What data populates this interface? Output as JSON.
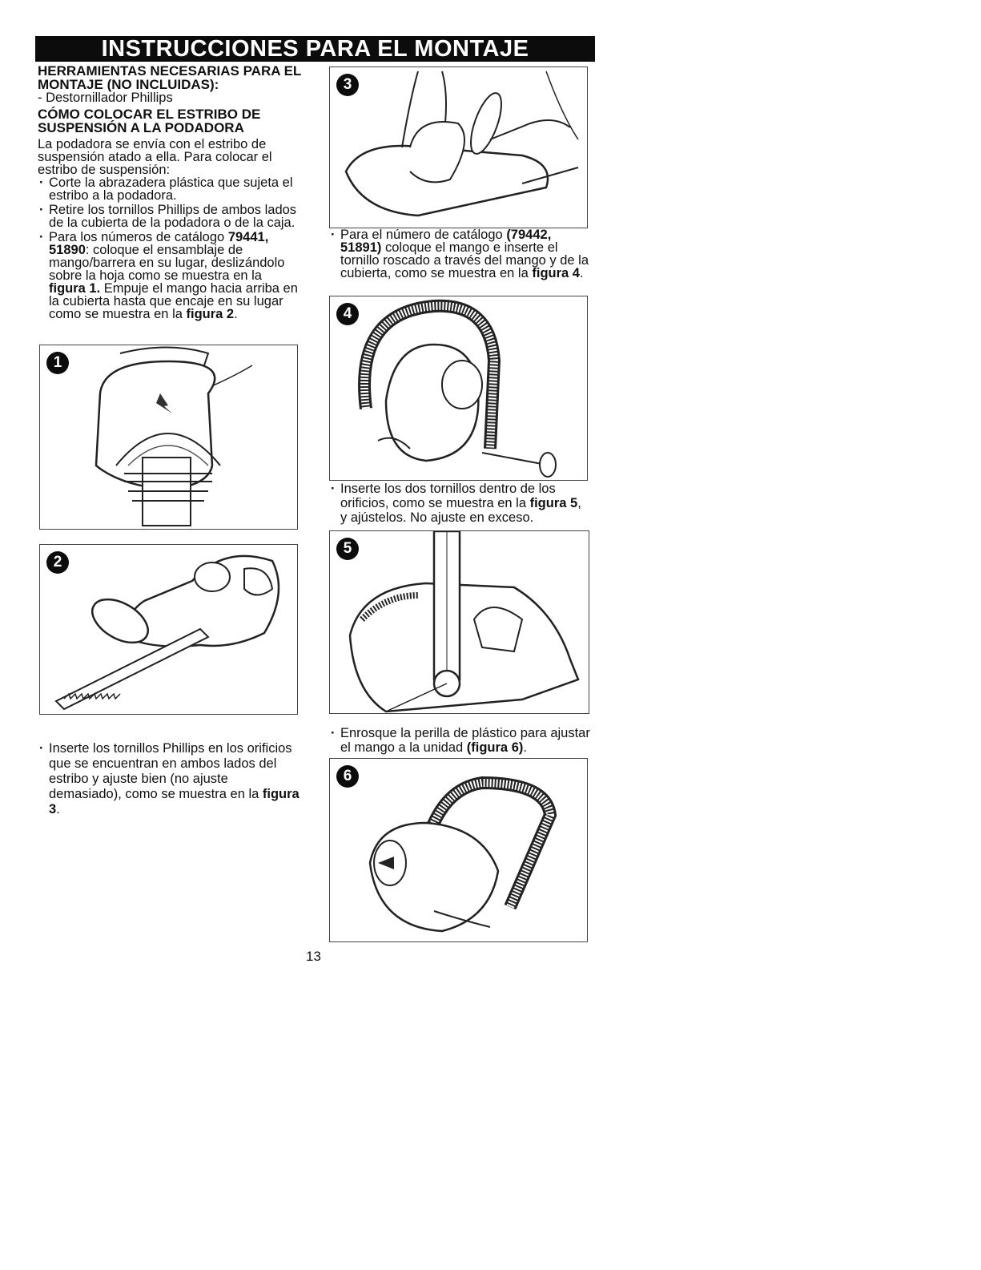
{
  "header": {
    "title": "INSTRUCCIONES PARA EL MONTAJE"
  },
  "left": {
    "tools_heading": "HERRAMIENTAS NECESARIAS PARA EL MONTAJE (NO INCLUIDAS):",
    "tools_item": "- Destornillador Phillips",
    "section_heading": "CÓMO COLOCAR EL ESTRIBO DE SUSPENSIÓN A LA PODADORA",
    "intro": "La podadora se envía con el estribo de suspensión atado a ella. Para colocar el estribo de suspensión:",
    "bullet1": "Corte la abrazadera plástica que sujeta el estribo a la podadora.",
    "bullet2": "Retire los tornillos Phillips de ambos lados de la cubierta de la podadora o de la caja.",
    "bullet3_a": "Para los números de catálogo ",
    "bullet3_b": "79441, 51890",
    "bullet3_c": ": coloque el ensamblaje de mango/barrera en su lugar, deslizándolo sobre la hoja como se muestra en la ",
    "bullet3_d": "figura 1.",
    "bullet3_e": " Empuje el mango hacia arriba en la cubierta hasta que encaje en su lugar como se muestra en la ",
    "bullet3_f": "figura 2",
    "bullet3_g": ".",
    "bullet4_a": "Inserte los tornillos Phillips en los orificios que se encuentran en ambos lados del estribo y ajuste bien (no ajuste demasiado), como se muestra en la ",
    "bullet4_b": "figura 3",
    "bullet4_c": "."
  },
  "right": {
    "bullet1_a": "Para el número de catálogo ",
    "bullet1_b": "(79442, 51891)",
    "bullet1_c": " coloque el mango e inserte el tornillo roscado a través del mango y de la cubierta, como se muestra en la ",
    "bullet1_d": "figura 4",
    "bullet1_e": ".",
    "bullet2_a": "Inserte los dos tornillos dentro de los orificios, como se muestra en la ",
    "bullet2_b": "figura 5",
    "bullet2_c": ", y ajústelos. No ajuste en exceso.",
    "bullet3_a": "Enrosque la perilla de plástico para ajustar el mango a la unidad ",
    "bullet3_b": "(figura 6)",
    "bullet3_c": "."
  },
  "figures": {
    "f1": "1",
    "f2": "2",
    "f3": "3",
    "f4": "4",
    "f5": "5",
    "f6": "6"
  },
  "footer": {
    "page_number": "13"
  }
}
